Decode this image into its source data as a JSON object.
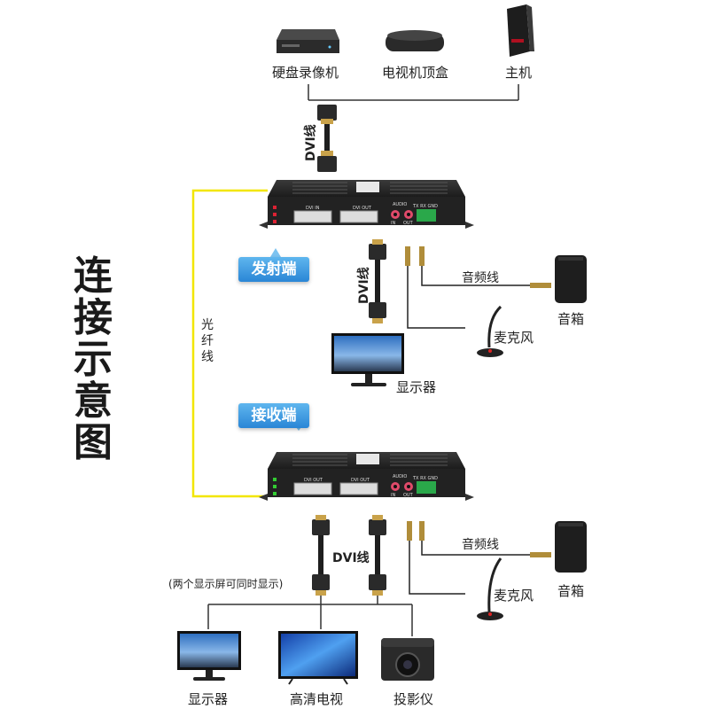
{
  "title_chars": [
    "连",
    "接",
    "示",
    "意",
    "图"
  ],
  "top_devices": {
    "dvr": "硬盘录像机",
    "stb": "电视机顶盒",
    "pc": "主机"
  },
  "cables": {
    "dvi_top": "DVI线",
    "dvi_tx": "DVI线",
    "dvi_rx": "DVI线",
    "audio_tx": "音频线",
    "audio_rx": "音频线"
  },
  "fiber_chars": [
    "光",
    "纤",
    "线"
  ],
  "transmitter": {
    "badge": "发射端",
    "port_in": "DVI  IN",
    "port_out": "DVI  OUT",
    "audio": "AUDIO",
    "audio_in": "IN",
    "audio_out": "OUT",
    "serial": "TX RX GND"
  },
  "receiver": {
    "badge": "接收端",
    "port_1": "DVI  OUT",
    "port_2": "DVI  OUT",
    "audio": "AUDIO",
    "audio_in": "IN",
    "audio_out": "OUT",
    "serial": "TX RX GND"
  },
  "tx_devices": {
    "monitor": "显示器",
    "mic": "麦克风",
    "speaker": "音箱"
  },
  "rx_devices": {
    "mic": "麦克风",
    "speaker": "音箱",
    "note": "(两个显示屏可同时显示)",
    "monitor": "显示器",
    "tv": "高清电视",
    "projector": "投影仪"
  }
}
